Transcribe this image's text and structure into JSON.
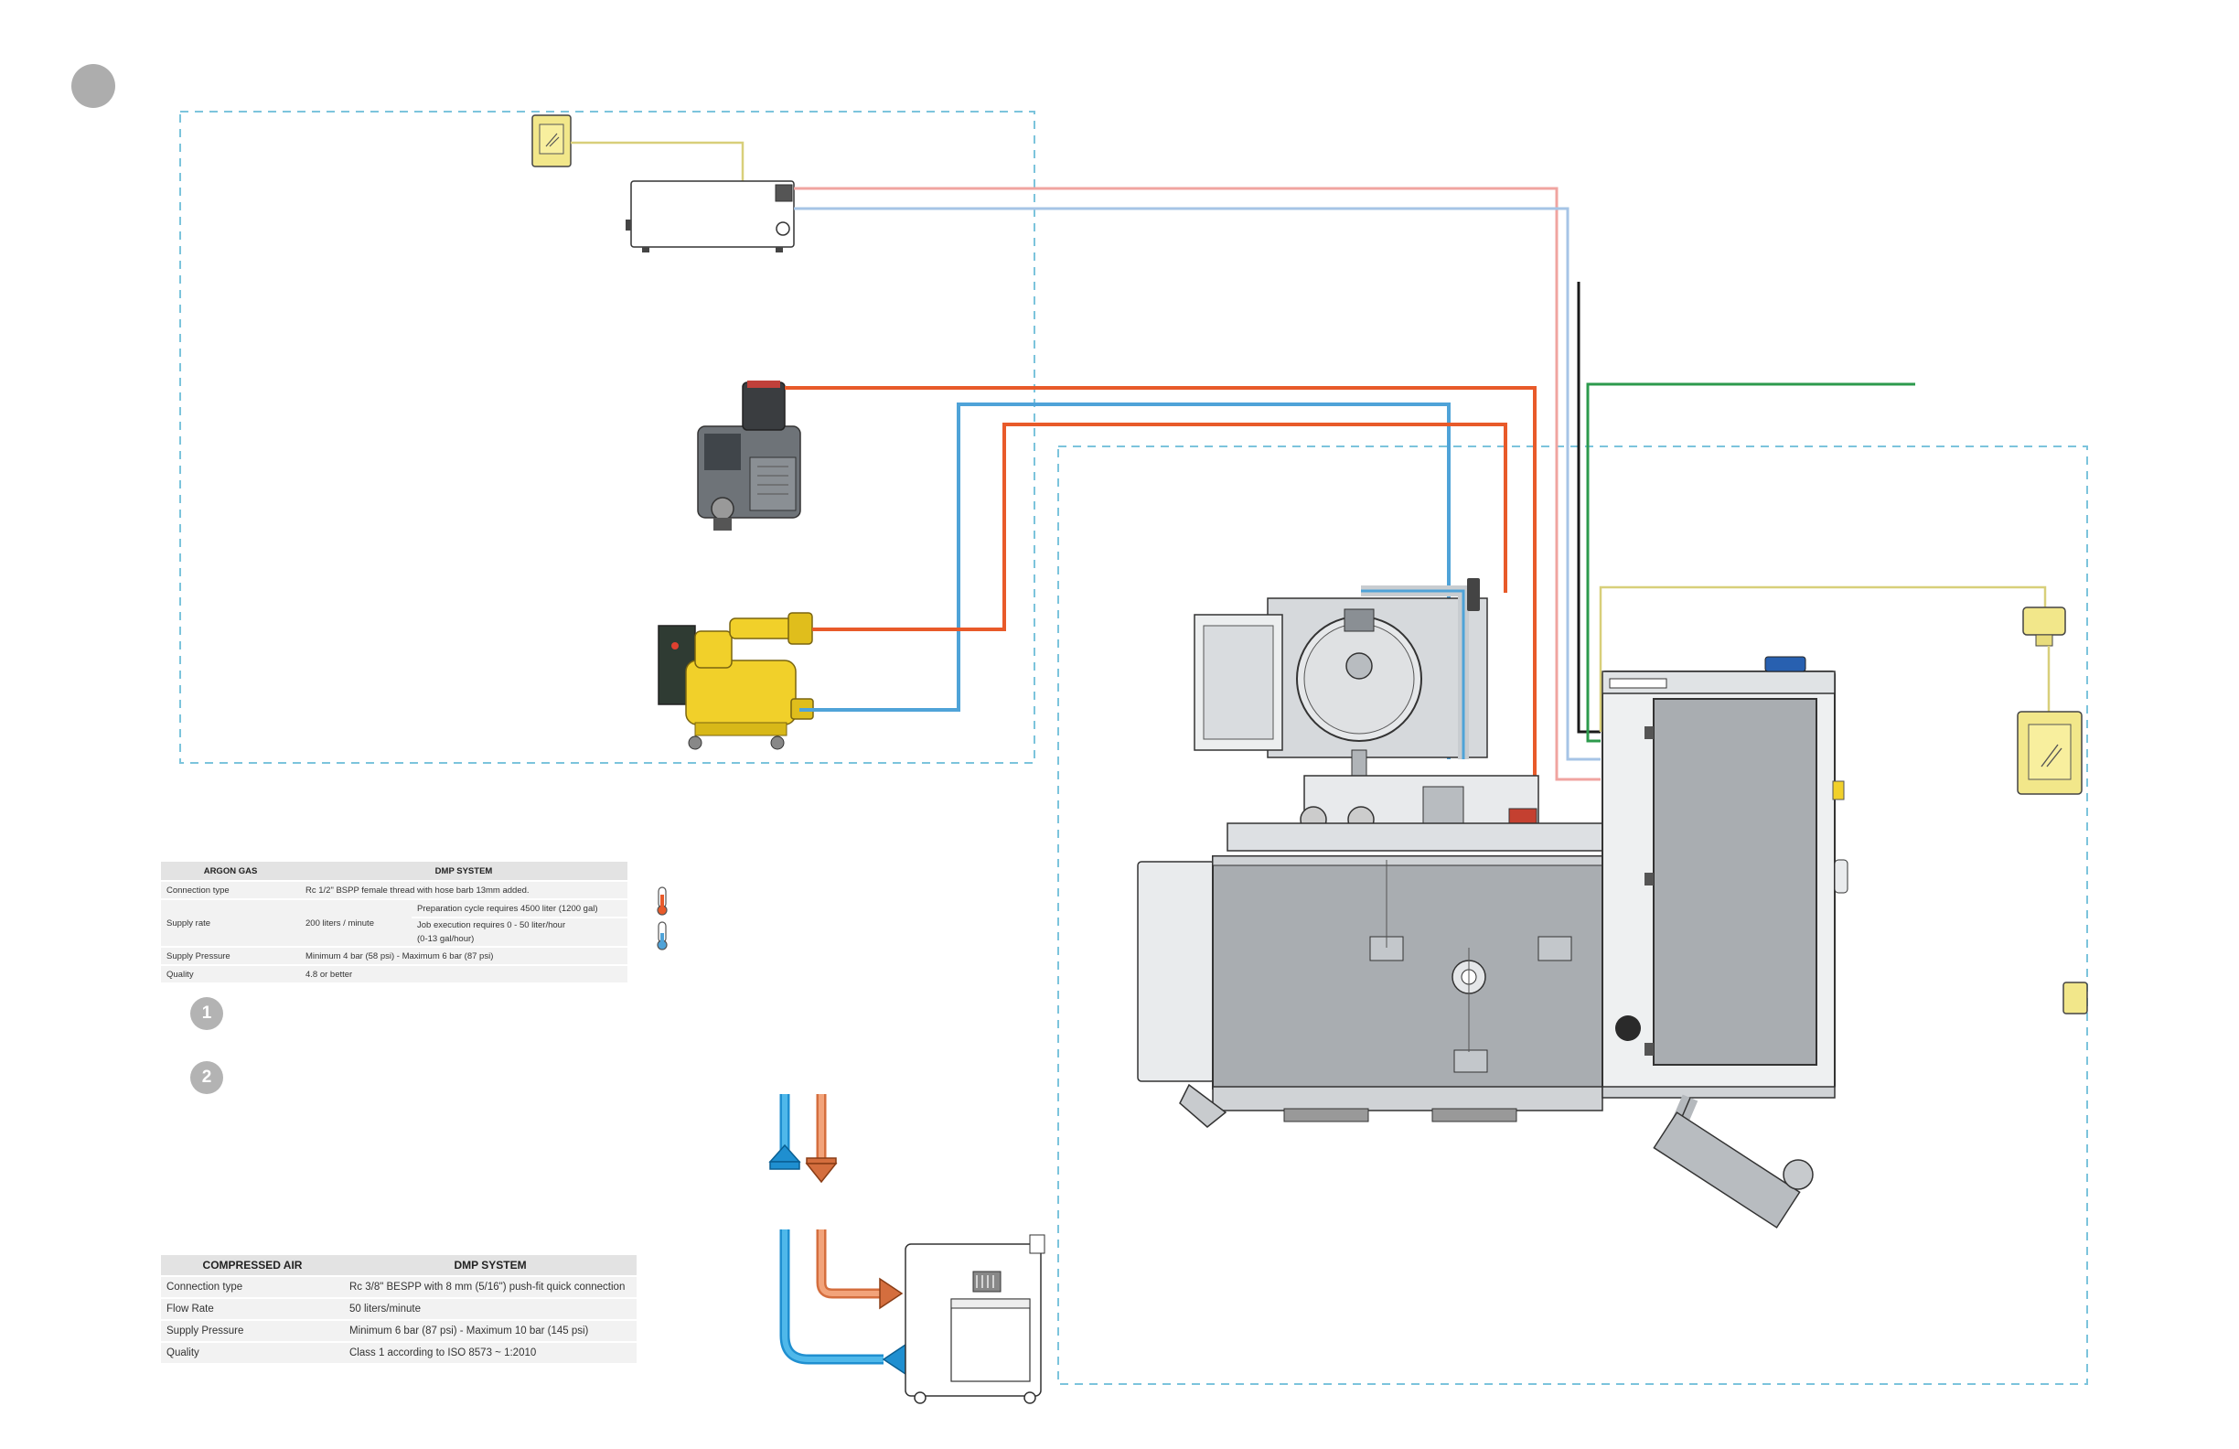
{
  "argon_table": {
    "header": {
      "col1": "ARGON GAS",
      "col2": "DMP SYSTEM"
    },
    "rows": {
      "connection_type": {
        "label": "Connection type",
        "value": "Rc 1/2\" BSPP female thread with hose barb 13mm added."
      },
      "supply_rate": {
        "label": "Supply rate",
        "value": "200 liters / minute",
        "note_preparation": "Preparation cycle requires 4500 liter (1200 gal)",
        "note_job_line1": "Job execution requires 0 - 50 liter/hour",
        "note_job_line2": "(0-13 gal/hour)"
      },
      "supply_pressure": {
        "label": "Supply Pressure",
        "value": "Minimum 4 bar (58 psi)  -  Maximum 6 bar (87 psi)"
      },
      "quality": {
        "label": "Quality",
        "value": "4.8 or better"
      }
    }
  },
  "air_table": {
    "header": {
      "col1": "COMPRESSED AIR",
      "col2": "DMP SYSTEM"
    },
    "rows": {
      "connection_type": {
        "label": "Connection type",
        "value": "Rc 3/8\" BESPP with 8 mm (5/16\") push-fit quick connection"
      },
      "flow_rate": {
        "label": "Flow Rate",
        "value": "50 liters/minute"
      },
      "supply_pressure": {
        "label": "Supply Pressure",
        "value": "Minimum 6 bar (87 psi)  -  Maximum 10 bar (145 psi)"
      },
      "quality": {
        "label": "Quality",
        "value": "Class 1 according to ISO 8573 ~ 1:2010"
      }
    }
  },
  "steps": {
    "one": "1",
    "two": "2"
  },
  "colors": {
    "supply_hot": "#e85a2a",
    "return_cold": "#4fa3d8",
    "hot_light": "#f0a4a0",
    "cold_light": "#a6c4e6",
    "ground": "#2c9a4c",
    "signal": "#d8cf7a",
    "boundary": "#7cc4dc",
    "machine_panel": "#a9adb1",
    "pump_yellow": "#f1d02a",
    "badge": "#adadad"
  },
  "icons": {
    "power_outlet": "power-outlet-icon",
    "thermometer_hot": "thermometer-hot-icon",
    "thermometer_cold": "thermometer-cold-icon"
  }
}
